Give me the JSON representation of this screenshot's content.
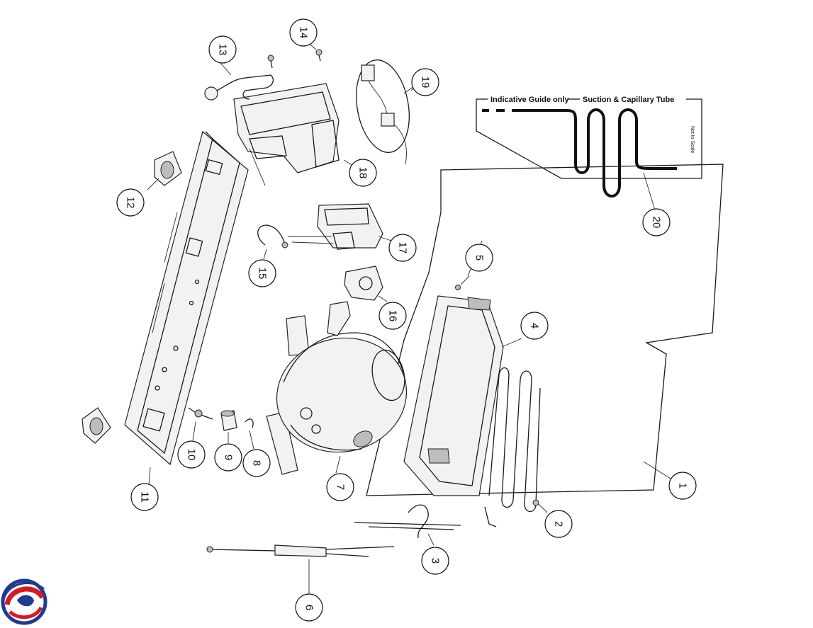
{
  "guide": {
    "left_label": "Indicative Guide only",
    "right_label": "Suction & Capillary Tube",
    "scale_note": "Not to Scale"
  },
  "callouts": [
    {
      "id": "1",
      "label": "1"
    },
    {
      "id": "2",
      "label": "2"
    },
    {
      "id": "3",
      "label": "3"
    },
    {
      "id": "4",
      "label": "4"
    },
    {
      "id": "5",
      "label": "5"
    },
    {
      "id": "6",
      "label": "6"
    },
    {
      "id": "7",
      "label": "7"
    },
    {
      "id": "8",
      "label": "8"
    },
    {
      "id": "9",
      "label": "9"
    },
    {
      "id": "10",
      "label": "10"
    },
    {
      "id": "11",
      "label": "11"
    },
    {
      "id": "12",
      "label": "12"
    },
    {
      "id": "13",
      "label": "13"
    },
    {
      "id": "14",
      "label": "14"
    },
    {
      "id": "15",
      "label": "15"
    },
    {
      "id": "16",
      "label": "16"
    },
    {
      "id": "17",
      "label": "17"
    },
    {
      "id": "18",
      "label": "18"
    },
    {
      "id": "19",
      "label": "19"
    },
    {
      "id": "20",
      "label": "20"
    }
  ],
  "colors": {
    "logo_blue": "#1f3a93",
    "logo_red": "#d71920"
  },
  "logo": {
    "icon": "brand-swirl-logo"
  }
}
